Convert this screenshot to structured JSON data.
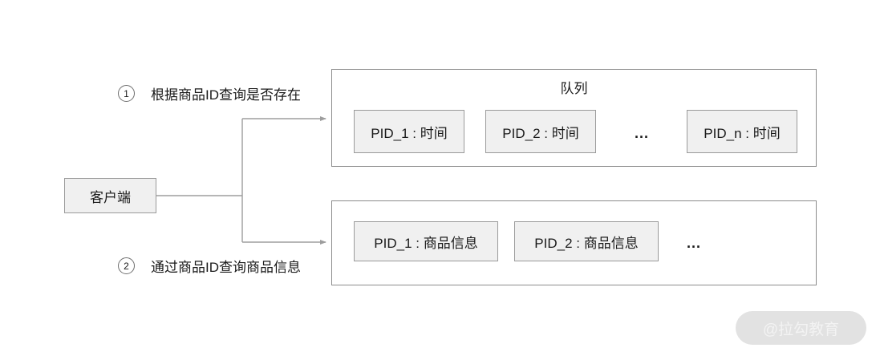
{
  "diagram": {
    "client": {
      "label": "客户端"
    },
    "steps": [
      {
        "number": "1",
        "text": "根据商品ID查询是否存在"
      },
      {
        "number": "2",
        "text": "通过商品ID查询商品信息"
      }
    ],
    "queue_panel": {
      "title": "队列",
      "items": [
        {
          "label": "PID_1 : 时间"
        },
        {
          "label": "PID_2 : 时间"
        },
        {
          "label": "PID_n : 时间"
        }
      ],
      "ellipsis": "..."
    },
    "cache_panel": {
      "title": "",
      "items": [
        {
          "label": "PID_1 : 商品信息"
        },
        {
          "label": "PID_2 : 商品信息"
        }
      ],
      "ellipsis": "..."
    }
  },
  "watermark": {
    "text": "@拉勾教育"
  },
  "colors": {
    "node_fill": "#f0f0f0",
    "node_border": "#9a9a9a",
    "container_border": "#8c8c8c",
    "connector": "#9d9d9d",
    "text": "#1a1a1a",
    "watermark_pill": "#e2e2e2",
    "watermark_text": "#f3f3f3",
    "background": "#ffffff"
  }
}
